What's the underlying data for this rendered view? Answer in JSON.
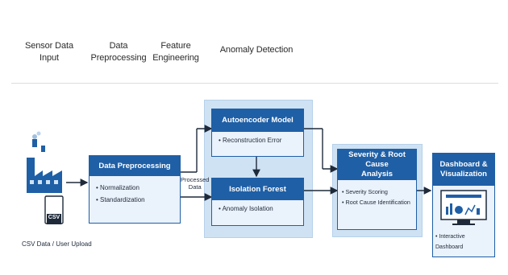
{
  "header": {
    "col1": [
      "Sensor Data",
      "Input"
    ],
    "col2": [
      "Data",
      "Preprocessing"
    ],
    "col3": [
      "Feature",
      "Engineering"
    ],
    "col4": "Anomaly Detection"
  },
  "source": {
    "csv_badge": "CSV",
    "label": "CSV Data / User Upload"
  },
  "preprocessing": {
    "title": "Data Preprocessing",
    "items": [
      "Normalization",
      "Standardization"
    ]
  },
  "edge_label": [
    "Processed",
    "Data"
  ],
  "autoencoder": {
    "title": "Autoencoder Model",
    "items": [
      "Reconstruction Error"
    ]
  },
  "isolation": {
    "title": "Isolation Forest",
    "items": [
      "Anomaly Isolation"
    ]
  },
  "severity": {
    "title": [
      "Severity & Root Cause",
      "Analysis"
    ],
    "items": [
      "Severity Scoring",
      "Root Cause Identification"
    ]
  },
  "dashboard": {
    "title": [
      "Dashboard &",
      "Visualization"
    ],
    "items": [
      "Interactive Dashboard"
    ]
  },
  "colors": {
    "primary": "#1f5fa6",
    "panel": "#cfe2f3",
    "box_fill": "#eaf2fb"
  }
}
